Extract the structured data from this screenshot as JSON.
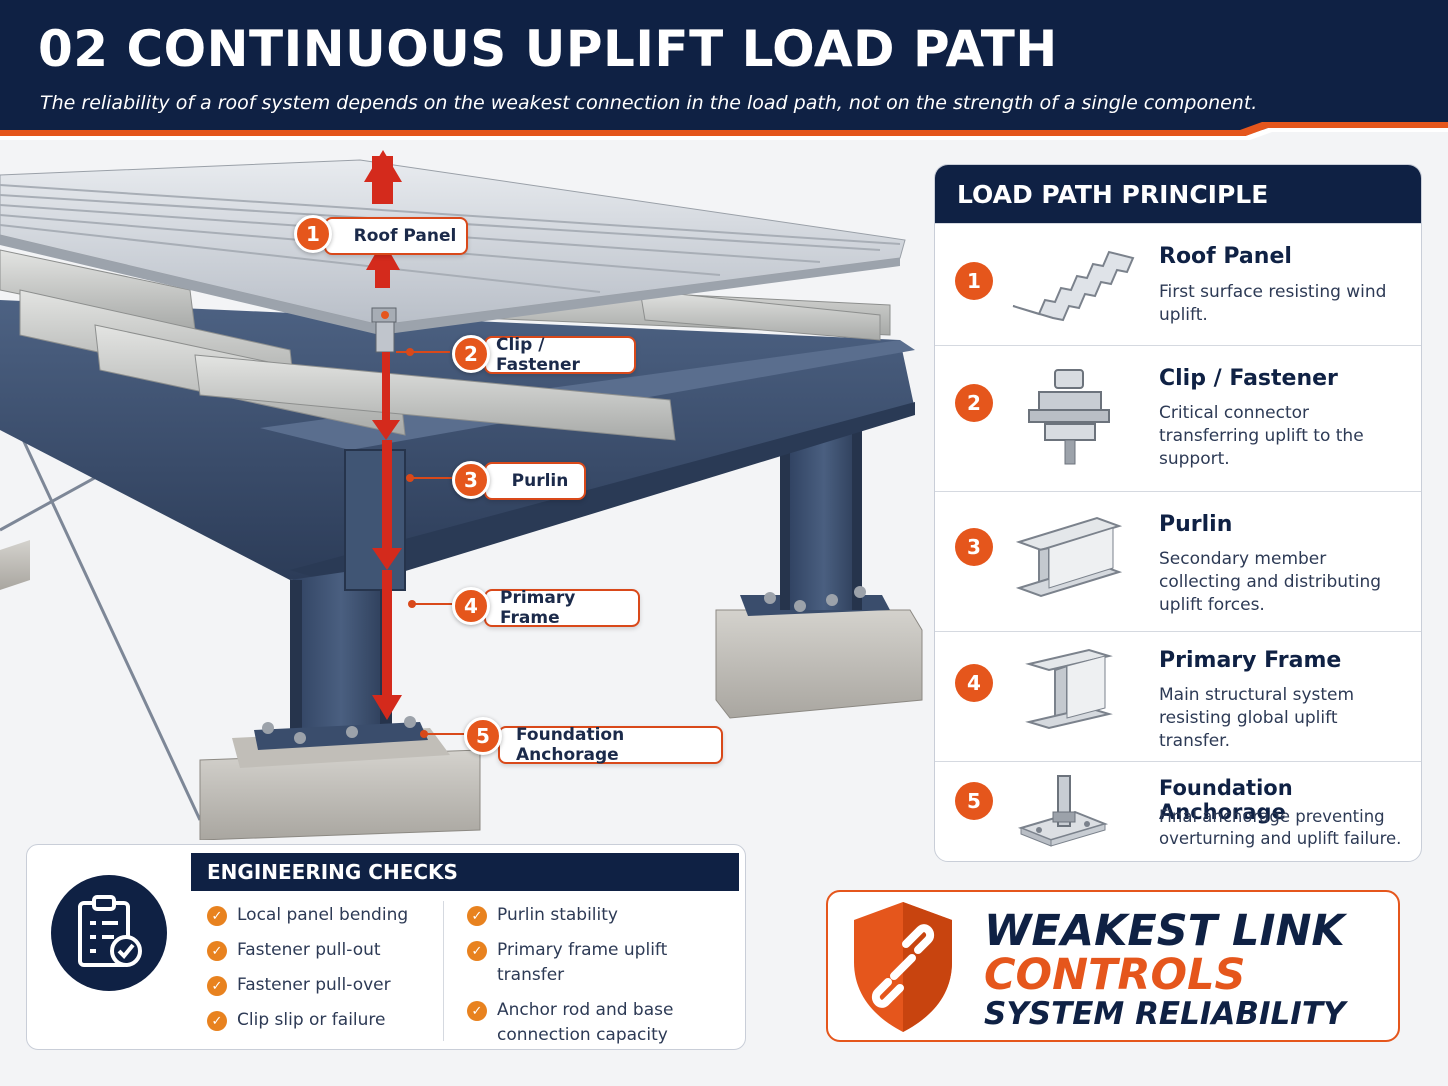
{
  "header": {
    "title": "02 CONTINUOUS UPLIFT LOAD PATH",
    "subtitle": "The reliability of a roof system depends on the weakest connection in the load path, not on the strength of a single component."
  },
  "callouts": [
    {
      "num": "1",
      "label": "Roof Panel"
    },
    {
      "num": "2",
      "label": "Clip / Fastener"
    },
    {
      "num": "3",
      "label": "Purlin"
    },
    {
      "num": "4",
      "label": "Primary Frame"
    },
    {
      "num": "5",
      "label": "Foundation Anchorage"
    }
  ],
  "principle": {
    "title": "LOAD PATH PRINCIPLE",
    "items": [
      {
        "num": "1",
        "title": "Roof Panel",
        "desc": "First surface resisting wind uplift.",
        "icon": "roof-panel-icon"
      },
      {
        "num": "2",
        "title": "Clip / Fastener",
        "desc": "Critical connector transferring uplift to the support.",
        "icon": "clip-fastener-icon"
      },
      {
        "num": "3",
        "title": "Purlin",
        "desc": "Secondary member collecting and distributing uplift forces.",
        "icon": "purlin-icon"
      },
      {
        "num": "4",
        "title": "Primary Frame",
        "desc": "Main structural system resisting global uplift transfer.",
        "icon": "primary-frame-icon"
      },
      {
        "num": "5",
        "title": "Foundation Anchorage",
        "desc": "Final anchorage preventing overturning and uplift failure.",
        "icon": "anchor-bolt-icon"
      }
    ]
  },
  "checks": {
    "title": "ENGINEERING CHECKS",
    "col1": [
      "Local panel bending",
      "Fastener pull-out",
      "Fastener pull-over",
      "Clip slip or failure"
    ],
    "col2": [
      "Purlin stability",
      "Primary frame uplift transfer",
      "Anchor rod and base connection capacity"
    ]
  },
  "weakest": {
    "line1": "WEAKEST LINK",
    "line2": "CONTROLS",
    "line3": "SYSTEM RELIABILITY"
  },
  "colors": {
    "navy": "#0f2144",
    "orange": "#e5561c",
    "arrow_red": "#d42a1c",
    "steel_blue": "#3b4f6e"
  }
}
